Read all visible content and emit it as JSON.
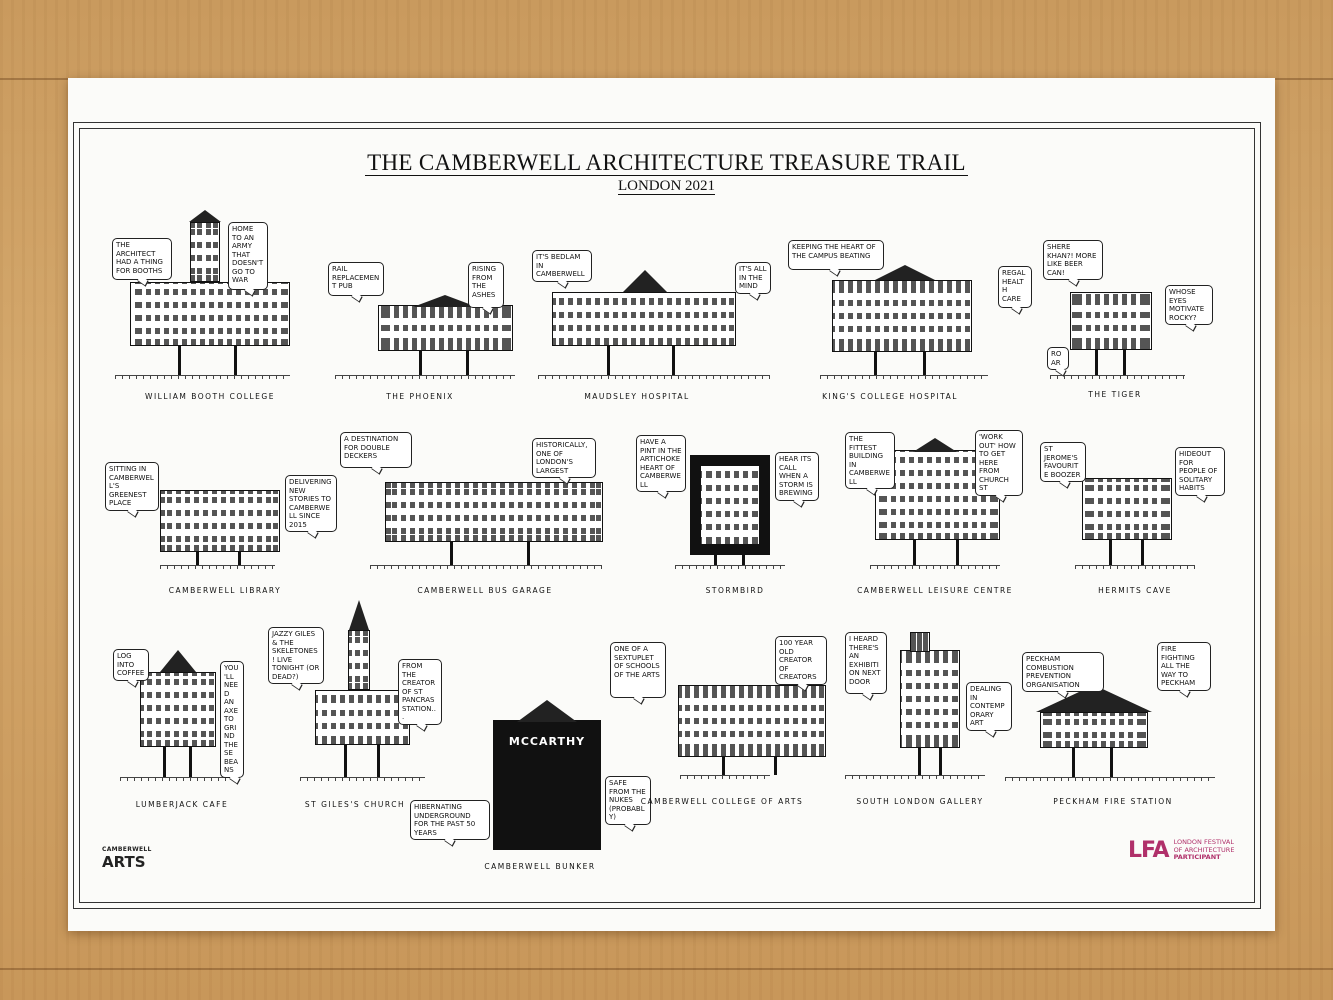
{
  "title": "THE CAMBERWELL ARCHITECTURE TREASURE TRAIL",
  "subtitle": "LONDON 2021",
  "landmarks": [
    {
      "name": "William Booth College",
      "quotes": [
        "The architect had a thing for booths",
        "Home to an army that doesn't go to war"
      ]
    },
    {
      "name": "The Phoenix",
      "quotes": [
        "Rail replacement pub",
        "Rising from the ashes"
      ]
    },
    {
      "name": "Maudsley Hospital",
      "quotes": [
        "It's bedlam in Camberwell",
        "It's all in the mind"
      ]
    },
    {
      "name": "King's College Hospital",
      "quotes": [
        "Keeping the heart of the campus beating",
        "Regal health care"
      ]
    },
    {
      "name": "The Tiger",
      "quotes": [
        "Shere Khan?! More like beer can!",
        "Whose eyes motivate Rocky?",
        "Roar"
      ]
    },
    {
      "name": "Camberwell Library",
      "quotes": [
        "Sitting in Camberwell's greenest place",
        "Delivering new stories to Camberwell since 2015"
      ]
    },
    {
      "name": "Camberwell Bus Garage",
      "quotes": [
        "A destination for double deckers",
        "Historically, one of London's largest"
      ]
    },
    {
      "name": "Stormbird",
      "quotes": [
        "Have a pint in the artichoke heart of Camberwell",
        "Hear its call when a storm is brewing"
      ]
    },
    {
      "name": "Camberwell Leisure Centre",
      "quotes": [
        "The fittest building in Camberwell",
        "'Work out' how to get here from Church St"
      ]
    },
    {
      "name": "Hermits Cave",
      "quotes": [
        "St Jerome's favourite boozer",
        "Hideout for people of solitary habits"
      ]
    },
    {
      "name": "Lumberjack Cafe",
      "quotes": [
        "Log into coffee",
        "You'll need an axe to grind these beans"
      ]
    },
    {
      "name": "St Giles's Church",
      "quotes": [
        "Jazzy Giles & the Skeletones! Live tonight (or dead?)",
        "From the creator of St Pancras Station..."
      ]
    },
    {
      "name": "Camberwell Bunker",
      "quotes": [
        "Hibernating underground for the past 50 years",
        "Safe from the nukes (probably)",
        "McCarthy"
      ]
    },
    {
      "name": "Camberwell College of Arts",
      "quotes": [
        "One of a sextuplet of schools of the arts",
        "100 year old creator of creators"
      ]
    },
    {
      "name": "South London Gallery",
      "quotes": [
        "I heard there's an exhibition next door",
        "Dealing in contemporary art"
      ]
    },
    {
      "name": "Peckham Fire Station",
      "quotes": [
        "Peckham Combustion Prevention Organisation",
        "Fire fighting all the way to Peckham"
      ]
    }
  ],
  "logos": {
    "camberwell_arts_small": "CAMBERWELL",
    "camberwell_arts_big": "ARTS",
    "lfa_big": "LFA",
    "lfa_line1": "LONDON FESTIVAL",
    "lfa_line2": "OF ARCHITECTURE",
    "lfa_line3": "PARTICIPANT"
  },
  "colors": {
    "lfa": "#b0306a",
    "ink": "#111111",
    "paper": "#fbfbf9",
    "wood": "#d4a86c"
  }
}
